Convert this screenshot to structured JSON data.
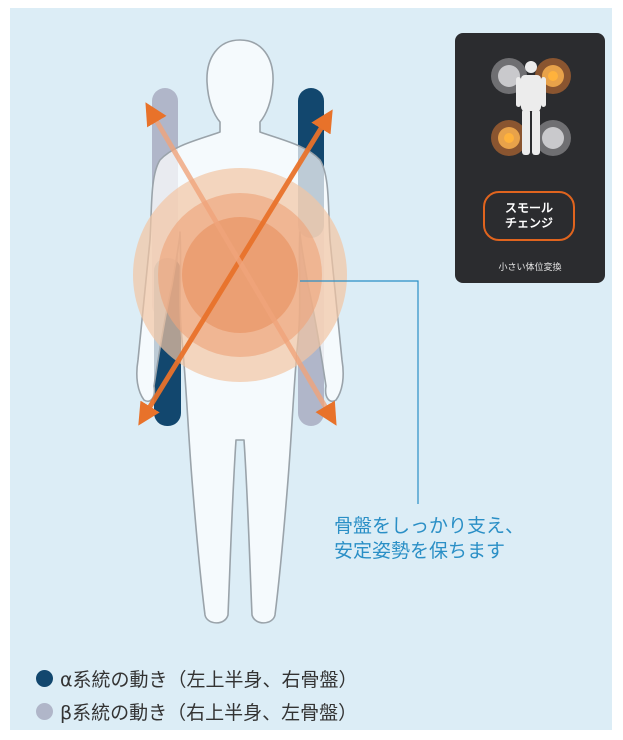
{
  "colors": {
    "background": "#dcedf6",
    "alpha": "#12476e",
    "beta": "#b0b6c9",
    "arrow": "#e8722a",
    "callout": "#2a8fc6"
  },
  "remote": {
    "button_label": "スモール チェンジ",
    "caption": "小さい体位変換"
  },
  "callout": {
    "line1": "骨盤をしっかり支え、",
    "line2": "安定姿勢を保ちます"
  },
  "legend": [
    {
      "label": "α系統の動き（左上半身、右骨盤）",
      "color": "#12476e"
    },
    {
      "label": "β系統の動き（右上半身、左骨盤）",
      "color": "#b0b6c9"
    }
  ]
}
